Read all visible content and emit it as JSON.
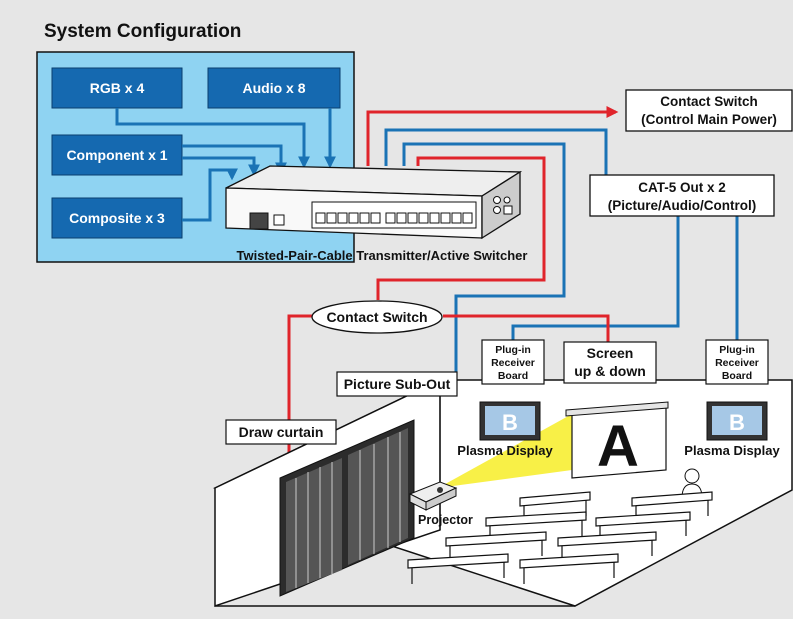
{
  "title": "System Configuration",
  "inputs": {
    "rgb": "RGB x 4",
    "audio": "Audio x 8",
    "component": "Component x 1",
    "composite": "Composite x 3"
  },
  "switcher_label": "Twisted-Pair-Cable Transmitter/Active Switcher",
  "contact_switch_power": [
    "Contact Switch",
    "(Control Main Power)"
  ],
  "cat5_out": [
    "CAT-5 Out x 2",
    "(Picture/Audio/Control)"
  ],
  "contact_switch": "Contact Switch",
  "receiver_board_left": [
    "Plug-in",
    "Receiver",
    "Board"
  ],
  "receiver_board_right": [
    "Plug-in",
    "Receiver",
    "Board"
  ],
  "screen_label": [
    "Screen",
    "up & down"
  ],
  "picture_sub_out": "Picture Sub-Out",
  "draw_curtain": "Draw curtain",
  "plasma_display_left": "Plasma Display",
  "plasma_display_right": "Plasma Display",
  "plasma_letter_left": "B",
  "plasma_letter_right": "B",
  "screen_letter": "A",
  "projector": "Projector",
  "colors": {
    "background": "#e6e6e6",
    "input_panel": "#8fd3f2",
    "input_box": "#1569b0",
    "blue_line": "#1a73b5",
    "red_line": "#e0242b",
    "projection_beam": "#f7ee33"
  }
}
